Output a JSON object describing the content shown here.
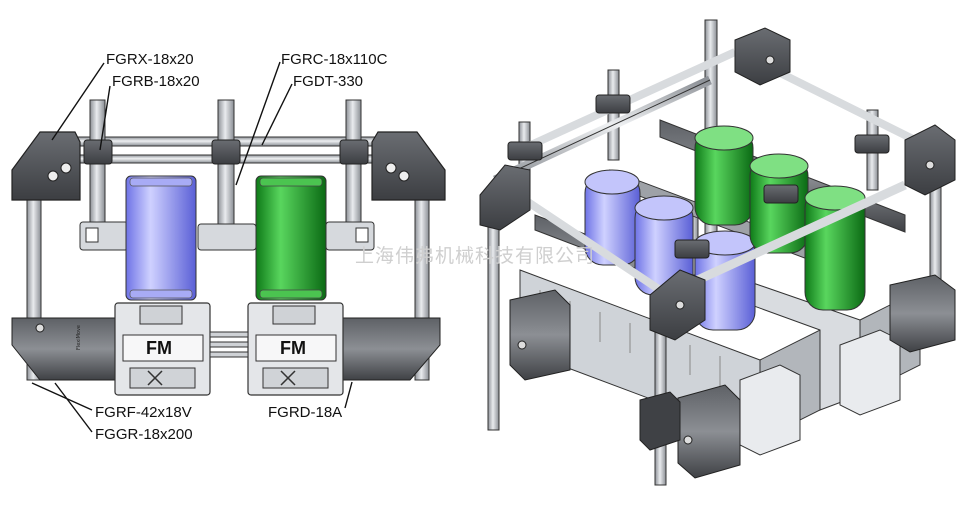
{
  "labels": {
    "fgrx": "FGRX-18x20",
    "fgrb": "FGRB-18x20",
    "fgrc": "FGRC-18x110C",
    "fgdt": "FGDT-330",
    "fgrf": "FGRF-42x18V",
    "fggr": "FGGR-18x200",
    "fgrd": "FGRD-18A"
  },
  "module_text": "FM",
  "watermark": "上海伟弗机械科技有限公司",
  "colors": {
    "blue_can": "#8c91f2",
    "green_can": "#1f9e2a",
    "metal": "#b8bcc2",
    "dark_part": "#4a4d52",
    "outline": "#222222"
  },
  "icons": {
    "left_view": "front-view-diagram",
    "right_view": "isometric-view-diagram"
  }
}
